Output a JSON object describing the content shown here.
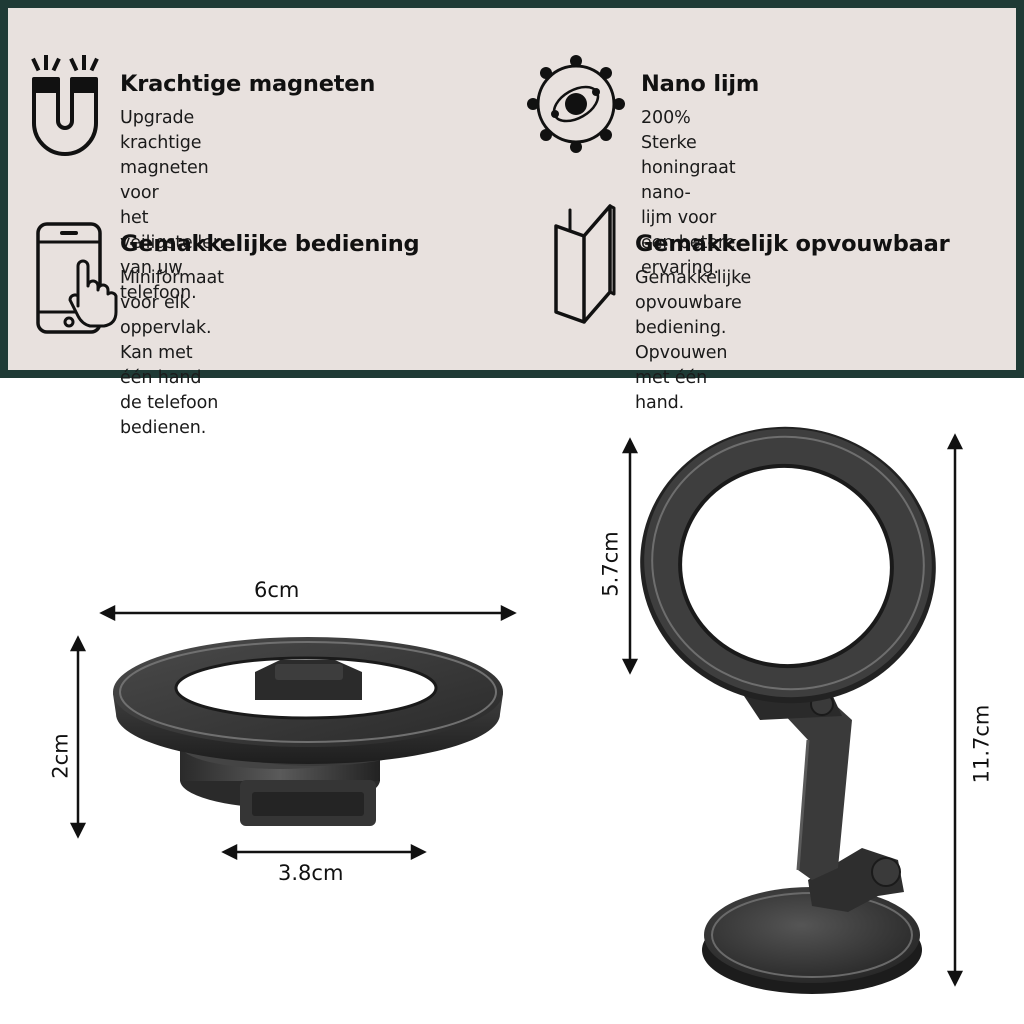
{
  "features": [
    {
      "id": "magnets",
      "icon": "magnet-icon",
      "title": "Krachtige magneten",
      "description": "Upgrade krachtige magneten voor\nhet veiligstellen van uw telefoon."
    },
    {
      "id": "glue",
      "icon": "molecule-icon",
      "title": "Nano lijm",
      "description": "200% Sterke honingraat nano-\nlijm voor een betere ervaring."
    },
    {
      "id": "operation",
      "icon": "phone-touch-icon",
      "title": "Gemakkelijke bediening",
      "description": "Miniformaat voor elk oppervlak.\nKan met één hand de telefoon bedienen."
    },
    {
      "id": "foldable",
      "icon": "folded-sheet-icon",
      "title": "Gemakkelijk opvouwbaar",
      "description": "Gemakkelijke opvouwbare\nbediening. Opvouwen met één hand."
    }
  ],
  "dimensions": {
    "width_folded": "6cm",
    "height_folded": "2cm",
    "base_width": "3.8cm",
    "ring_height": "5.7cm",
    "total_height": "11.7cm"
  },
  "colors": {
    "panel_background": "#e8e1de",
    "panel_border": "#1f3a35",
    "text": "#111111"
  }
}
